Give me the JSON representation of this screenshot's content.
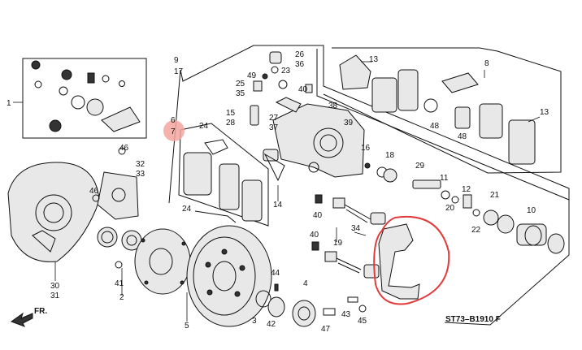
{
  "diagram": {
    "code": "ST73–B1910 F",
    "direction_label": "FR.",
    "highlight_badge": {
      "top": "6",
      "bottom": "7"
    },
    "labels": {
      "l1": "1",
      "l2": "2",
      "l3": "3",
      "l4": "4",
      "l5": "5",
      "l8": "8",
      "l9": "9",
      "l10": "10",
      "l11": "11",
      "l12": "12",
      "l13a": "13",
      "l13b": "13",
      "l14": "14",
      "l15": "15",
      "l16": "16",
      "l17": "17",
      "l18": "18",
      "l19": "19",
      "l20": "20",
      "l21": "21",
      "l22": "22",
      "l23": "23",
      "l24a": "24",
      "l24b": "24",
      "l25": "25",
      "l26": "26",
      "l27": "27",
      "l28": "28",
      "l29": "29",
      "l30": "30",
      "l31": "31",
      "l32": "32",
      "l33": "33",
      "l34": "34",
      "l35": "35",
      "l36": "36",
      "l37": "37",
      "l38": "38",
      "l39": "39",
      "l40a": "40",
      "l40b": "40",
      "l40c": "40",
      "l41": "41",
      "l42": "42",
      "l43": "43",
      "l44": "44",
      "l45": "45",
      "l46a": "46",
      "l46b": "46",
      "l47": "47",
      "l48a": "48",
      "l48b": "48",
      "l49": "49"
    }
  }
}
